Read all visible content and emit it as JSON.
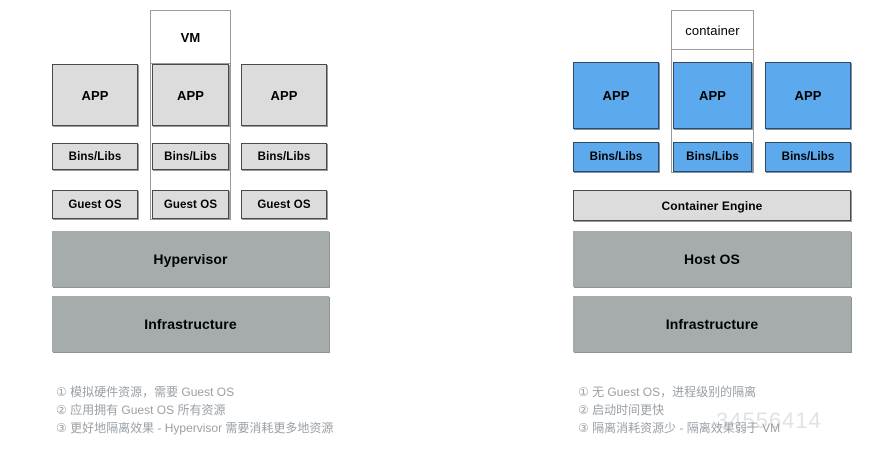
{
  "diagram": {
    "title_left": "VM",
    "title_right": "container",
    "left": {
      "group_label": "VM",
      "columns": [
        {
          "app": "APP",
          "bins": "Bins/Libs",
          "os": "Guest OS"
        },
        {
          "app": "APP",
          "bins": "Bins/Libs",
          "os": "Guest OS"
        },
        {
          "app": "APP",
          "bins": "Bins/Libs",
          "os": "Guest OS"
        }
      ],
      "layers": [
        {
          "label": "Hypervisor"
        },
        {
          "label": "Infrastructure"
        }
      ],
      "notes": [
        "① 模拟硬件资源，需要 Guest OS",
        "② 应用拥有 Guest OS 所有资源",
        "③ 更好地隔离效果 - Hypervisor 需要消耗更多地资源"
      ]
    },
    "right": {
      "group_label": "container",
      "columns": [
        {
          "app": "APP",
          "bins": "Bins/Libs"
        },
        {
          "app": "APP",
          "bins": "Bins/Libs"
        },
        {
          "app": "APP",
          "bins": "Bins/Libs"
        }
      ],
      "engine": "Container Engine",
      "layers": [
        {
          "label": "Host OS"
        },
        {
          "label": "Infrastructure"
        }
      ],
      "notes": [
        "① 无 Guest OS，进程级别的隔离",
        "② 启动时间更快",
        "③ 隔离消耗资源少 - 隔离效果弱于 VM"
      ]
    }
  },
  "watermark": {
    "text": "34556414"
  },
  "colors": {
    "blue": "#5ca9ee",
    "light_gray": "#dcdcdc",
    "dark_gray": "#a6abab",
    "note_text": "#9aa0a6",
    "border": "#4a4a4a"
  }
}
